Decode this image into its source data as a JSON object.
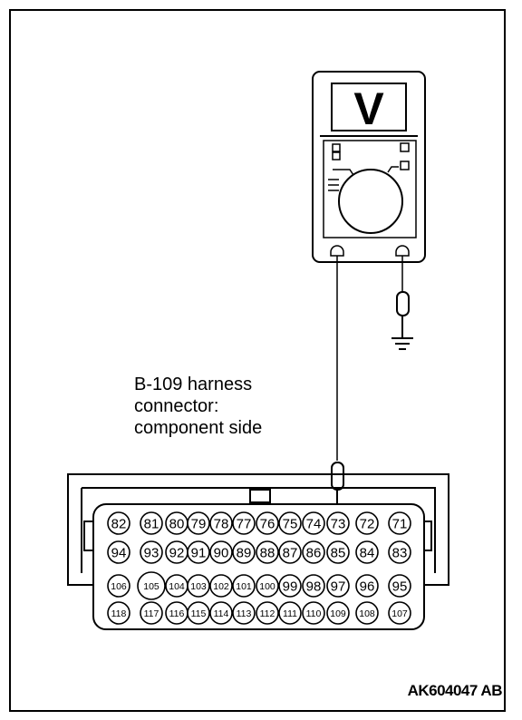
{
  "meter": {
    "display_symbol": "V",
    "mode": "voltmeter"
  },
  "caption": {
    "line1": "B-109 harness",
    "line2": "connector:",
    "line3": "component side"
  },
  "figure_id": "AK604047 AB",
  "connector": {
    "rows": [
      [
        "82",
        "81",
        "80",
        "79",
        "78",
        "77",
        "76",
        "75",
        "74",
        "73",
        "72",
        "71"
      ],
      [
        "94",
        "93",
        "92",
        "91",
        "90",
        "89",
        "88",
        "87",
        "86",
        "85",
        "84",
        "83"
      ],
      [
        "106",
        "105",
        "104",
        "103",
        "102",
        "101",
        "100",
        "99",
        "98",
        "97",
        "96",
        "95"
      ],
      [
        "118",
        "117",
        "116",
        "115",
        "114",
        "113",
        "112",
        "111",
        "110",
        "109",
        "108",
        "107"
      ]
    ],
    "probe_terminal": "73"
  }
}
